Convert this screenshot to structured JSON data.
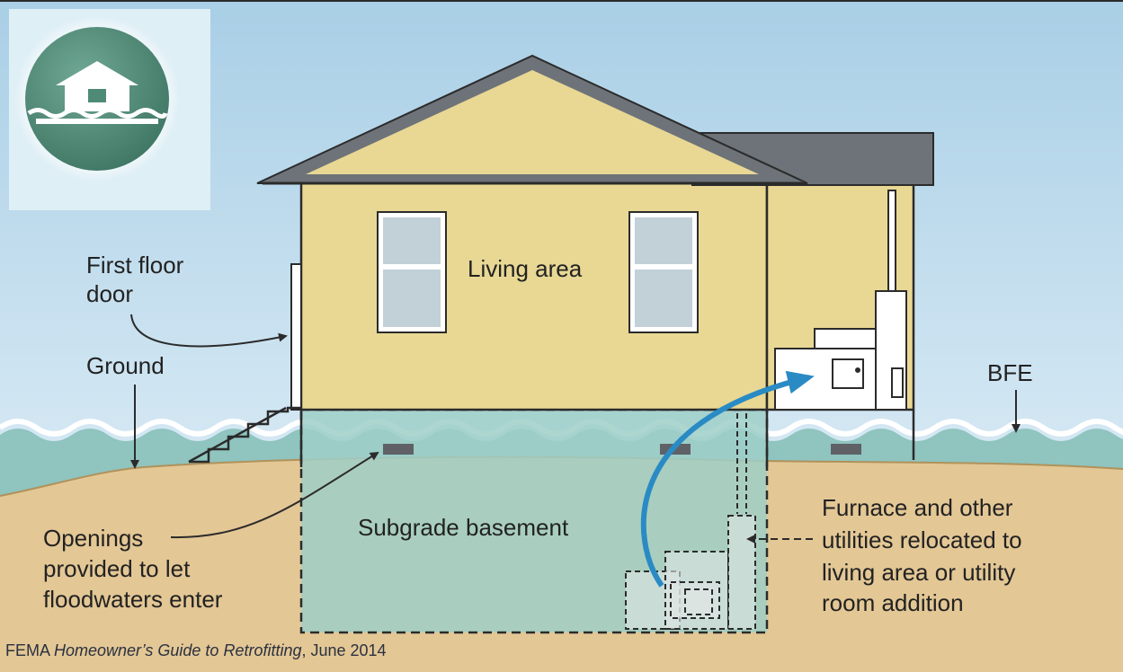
{
  "labels": {
    "living_area": "Living area",
    "first_floor_door_line1": "First floor",
    "first_floor_door_line2": "door",
    "ground": "Ground",
    "bfe": "BFE",
    "subgrade_basement": "Subgrade basement",
    "openings_line1": "Openings",
    "openings_line2": "provided to let",
    "openings_line3": "floodwaters enter",
    "furnace_line1": "Furnace and other",
    "furnace_line2": "utilities relocated to",
    "furnace_line3": "living area or utility",
    "furnace_line4": "room addition"
  },
  "caption": {
    "prefix": "FEMA ",
    "title": "Homeowner’s Guide to Retrofitting",
    "suffix": ", June 2014"
  },
  "colors": {
    "sky_top": "#a9cfe6",
    "sky_bottom": "#eaf4fa",
    "house_wall": "#e8d894",
    "roof": "#6e7379",
    "flood_water": "#8fc4bf",
    "basement_water": "#9fcfc8",
    "ground": "#e3c795",
    "outline": "#2b2b2b",
    "window": "#c2d0d8",
    "arrow_blue": "#2a8bc4",
    "logo_green": "#4e8a76",
    "caption_text": "#2a3140"
  },
  "icons": [
    "flood-house-logo-icon",
    "relocation-arrow-icon"
  ]
}
